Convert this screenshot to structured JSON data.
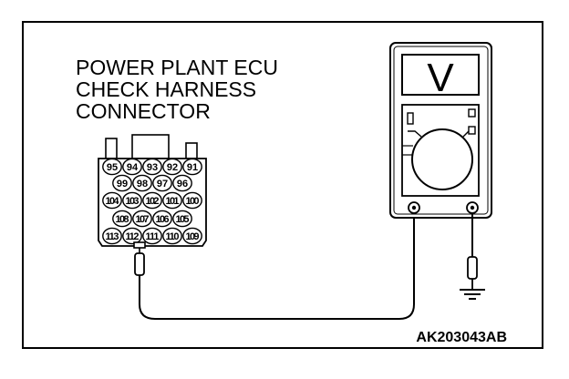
{
  "title_lines": [
    "POWER PLANT ECU",
    "CHECK HARNESS",
    "CONNECTOR"
  ],
  "figure_code": "AK203043AB",
  "meter_display": "V",
  "connector_rows": [
    [
      "95",
      "94",
      "93",
      "92",
      "91"
    ],
    [
      "99",
      "98",
      "97",
      "96"
    ],
    [
      "104",
      "103",
      "102",
      "101",
      "100"
    ],
    [
      "108",
      "107",
      "106",
      "105"
    ],
    [
      "113",
      "112",
      "111",
      "110",
      "109"
    ]
  ],
  "probe_pin": "112",
  "colors": {
    "line": "#000000",
    "background": "#ffffff"
  }
}
